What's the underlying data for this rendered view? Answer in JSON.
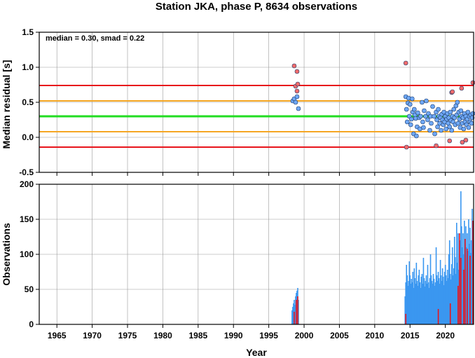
{
  "chart_data": [
    {
      "type": "scatter",
      "title": "Station JKA, phase P, 8634 observations",
      "ylabel": "Median residual [s]",
      "annotation": "median = 0.30, smad = 0.22",
      "xlim": [
        1962.5,
        2024.0
      ],
      "ylim": [
        -0.5,
        1.5
      ],
      "x_ticks": [
        1965,
        1970,
        1975,
        1980,
        1985,
        1990,
        1995,
        2000,
        2005,
        2010,
        2015,
        2020
      ],
      "y_ticks": [
        -0.5,
        0.0,
        0.5,
        1.0,
        1.5
      ],
      "y_tick_labels": [
        "-0.5",
        "0.0",
        "0.5",
        "1.0",
        "1.5"
      ],
      "grid": true,
      "reference_lines": [
        {
          "y": 0.3,
          "color": "#22dd22",
          "role": "median"
        },
        {
          "y": 0.52,
          "color": "#f5a623",
          "role": "median + 1 smad"
        },
        {
          "y": 0.08,
          "color": "#f5a623",
          "role": "median - 1 smad"
        },
        {
          "y": 0.74,
          "color": "#e8141b",
          "role": "median + 2 smad"
        },
        {
          "y": -0.14,
          "color": "#e8141b",
          "role": "median - 2 smad"
        }
      ],
      "series": [
        {
          "color": "#6fa8f5",
          "points": [
            [
              1998.4,
              0.52
            ],
            [
              1998.6,
              0.55
            ],
            [
              1998.8,
              0.5
            ],
            [
              1999.0,
              0.58
            ],
            [
              1999.2,
              0.41
            ],
            [
              2014.4,
              0.58
            ],
            [
              2014.5,
              0.4
            ],
            [
              2014.6,
              0.22
            ],
            [
              2014.7,
              0.49
            ],
            [
              2014.8,
              0.56
            ],
            [
              2014.9,
              0.3
            ],
            [
              2015.0,
              0.47
            ],
            [
              2015.1,
              0.18
            ],
            [
              2015.2,
              0.26
            ],
            [
              2015.3,
              0.55
            ],
            [
              2015.4,
              0.36
            ],
            [
              2015.5,
              0.05
            ],
            [
              2015.6,
              0.4
            ],
            [
              2015.7,
              0.32
            ],
            [
              2015.8,
              0.27
            ],
            [
              2015.9,
              0.02
            ],
            [
              2016.0,
              0.15
            ],
            [
              2016.1,
              0.35
            ],
            [
              2016.3,
              0.28
            ],
            [
              2016.4,
              0.12
            ],
            [
              2016.5,
              0.3
            ],
            [
              2016.7,
              0.5
            ],
            [
              2016.8,
              0.22
            ],
            [
              2016.9,
              0.14
            ],
            [
              2017.0,
              0.38
            ],
            [
              2017.2,
              0.3
            ],
            [
              2017.3,
              0.52
            ],
            [
              2017.5,
              0.25
            ],
            [
              2017.6,
              0.34
            ],
            [
              2017.8,
              0.1
            ],
            [
              2017.9,
              0.3
            ],
            [
              2018.0,
              0.2
            ],
            [
              2018.2,
              0.44
            ],
            [
              2018.4,
              0.3
            ],
            [
              2018.5,
              0.05
            ],
            [
              2018.7,
              0.36
            ],
            [
              2018.8,
              0.25
            ],
            [
              2018.9,
              0.15
            ],
            [
              2019.0,
              0.4
            ],
            [
              2019.1,
              0.3
            ],
            [
              2019.2,
              0.2
            ],
            [
              2019.3,
              0.28
            ],
            [
              2019.4,
              0.1
            ],
            [
              2019.5,
              0.33
            ],
            [
              2019.6,
              0.25
            ],
            [
              2019.7,
              0.18
            ],
            [
              2019.8,
              0.36
            ],
            [
              2019.9,
              0.22
            ],
            [
              2020.0,
              0.3
            ],
            [
              2020.1,
              0.12
            ],
            [
              2020.2,
              0.26
            ],
            [
              2020.3,
              0.34
            ],
            [
              2020.4,
              0.2
            ],
            [
              2020.5,
              0.28
            ],
            [
              2020.6,
              0.15
            ],
            [
              2020.7,
              0.36
            ],
            [
              2020.8,
              0.24
            ],
            [
              2020.9,
              0.1
            ],
            [
              2021.0,
              0.3
            ],
            [
              2021.1,
              0.22
            ],
            [
              2021.2,
              0.4
            ],
            [
              2021.3,
              0.28
            ],
            [
              2021.4,
              0.18
            ],
            [
              2021.5,
              0.45
            ],
            [
              2021.6,
              0.32
            ],
            [
              2021.7,
              0.5
            ],
            [
              2021.8,
              0.2
            ],
            [
              2021.9,
              0.36
            ],
            [
              2022.0,
              0.26
            ],
            [
              2022.1,
              0.14
            ],
            [
              2022.2,
              0.38
            ],
            [
              2022.3,
              0.3
            ],
            [
              2022.4,
              0.2
            ],
            [
              2022.5,
              0.28
            ],
            [
              2022.6,
              0.12
            ],
            [
              2022.7,
              0.34
            ],
            [
              2022.8,
              0.22
            ],
            [
              2022.9,
              0.3
            ],
            [
              2023.0,
              0.18
            ],
            [
              2023.1,
              0.26
            ],
            [
              2023.2,
              0.36
            ],
            [
              2023.3,
              0.14
            ],
            [
              2023.4,
              0.3
            ],
            [
              2023.5,
              0.22
            ],
            [
              2023.6,
              0.32
            ],
            [
              2023.7,
              0.2
            ],
            [
              2023.8,
              0.28
            ],
            [
              2023.9,
              0.34
            ]
          ]
        },
        {
          "color": "#f26b6b",
          "points": [
            [
              1998.6,
              1.02
            ],
            [
              1998.8,
              0.73
            ],
            [
              1999.0,
              0.94
            ],
            [
              1999.1,
              0.76
            ],
            [
              1999.0,
              0.66
            ],
            [
              2014.4,
              1.06
            ],
            [
              2014.5,
              -0.14
            ],
            [
              2018.7,
              -0.12
            ],
            [
              2020.6,
              -0.05
            ],
            [
              2020.9,
              0.64
            ],
            [
              2021.0,
              0.65
            ],
            [
              2022.3,
              0.7
            ],
            [
              2022.4,
              -0.07
            ],
            [
              2022.9,
              -0.04
            ],
            [
              2023.9,
              0.78
            ]
          ]
        }
      ]
    },
    {
      "type": "bar",
      "ylabel": "Observations",
      "xlabel": "Year",
      "xlim": [
        1962.5,
        2024.0
      ],
      "ylim": [
        0,
        200
      ],
      "x_ticks": [
        1965,
        1970,
        1975,
        1980,
        1985,
        1990,
        1995,
        2000,
        2005,
        2010,
        2015,
        2020
      ],
      "x_tick_labels": [
        "1965",
        "1970",
        "1975",
        "1980",
        "1985",
        "1990",
        "1995",
        "2000",
        "2005",
        "2010",
        "2015",
        "2020"
      ],
      "y_ticks": [
        0,
        50,
        100,
        150,
        200
      ],
      "y_tick_labels": [
        "0",
        "50",
        "100",
        "150",
        "200"
      ],
      "grid": true,
      "series": [
        {
          "color": "#3a97f0",
          "x": [
            1998.3,
            1998.4,
            1998.5,
            1998.6,
            1998.7,
            1998.8,
            1998.9,
            1999.0,
            1999.1,
            1999.2,
            2014.3,
            2014.4,
            2014.5,
            2014.6,
            2014.7,
            2014.8,
            2014.9,
            2015.0,
            2015.1,
            2015.2,
            2015.3,
            2015.4,
            2015.5,
            2015.6,
            2015.7,
            2015.8,
            2015.9,
            2016.0,
            2016.1,
            2016.2,
            2016.3,
            2016.4,
            2016.5,
            2016.6,
            2016.7,
            2016.8,
            2016.9,
            2017.0,
            2017.1,
            2017.2,
            2017.3,
            2017.4,
            2017.5,
            2017.6,
            2017.7,
            2017.8,
            2017.9,
            2018.0,
            2018.1,
            2018.2,
            2018.3,
            2018.4,
            2018.5,
            2018.6,
            2018.7,
            2018.8,
            2018.9,
            2019.0,
            2019.1,
            2019.2,
            2019.3,
            2019.4,
            2019.5,
            2019.6,
            2019.7,
            2019.8,
            2019.9,
            2020.0,
            2020.1,
            2020.2,
            2020.3,
            2020.4,
            2020.5,
            2020.6,
            2020.7,
            2020.8,
            2020.9,
            2021.0,
            2021.1,
            2021.2,
            2021.3,
            2021.4,
            2021.5,
            2021.6,
            2021.7,
            2021.8,
            2021.9,
            2022.0,
            2022.1,
            2022.2,
            2022.3,
            2022.4,
            2022.5,
            2022.6,
            2022.7,
            2022.8,
            2022.9,
            2023.0,
            2023.1,
            2023.2,
            2023.3,
            2023.4,
            2023.5,
            2023.6,
            2023.7,
            2023.8,
            2023.9
          ],
          "values": [
            20,
            25,
            30,
            35,
            28,
            40,
            45,
            48,
            52,
            35,
            40,
            60,
            85,
            70,
            55,
            62,
            90,
            70,
            58,
            65,
            60,
            75,
            52,
            80,
            66,
            58,
            88,
            62,
            55,
            70,
            78,
            60,
            52,
            68,
            72,
            58,
            95,
            66,
            54,
            62,
            70,
            58,
            85,
            60,
            52,
            66,
            100,
            70,
            62,
            58,
            72,
            65,
            55,
            60,
            110,
            70,
            62,
            75,
            66,
            58,
            92,
            70,
            62,
            80,
            68,
            56,
            75,
            85,
            70,
            62,
            78,
            66,
            100,
            120,
            72,
            64,
            86,
            110,
            70,
            80,
            125,
            96,
            72,
            145,
            88,
            130,
            78,
            100,
            120,
            190,
            140,
            110,
            130,
            100,
            148,
            112,
            140,
            110,
            130,
            105,
            150,
            115,
            138,
            102,
            120,
            165,
            112
          ]
        },
        {
          "color": "#e8141b",
          "x": [
            1998.6,
            1998.9,
            1999.1,
            2014.4,
            2019.0,
            2020.7,
            2021.8,
            2022.0,
            2022.2,
            2022.6,
            2022.8,
            2023.1,
            2023.5,
            2023.9
          ],
          "values": [
            18,
            35,
            40,
            15,
            22,
            30,
            55,
            130,
            95,
            78,
            122,
            108,
            98,
            148
          ]
        }
      ]
    }
  ]
}
